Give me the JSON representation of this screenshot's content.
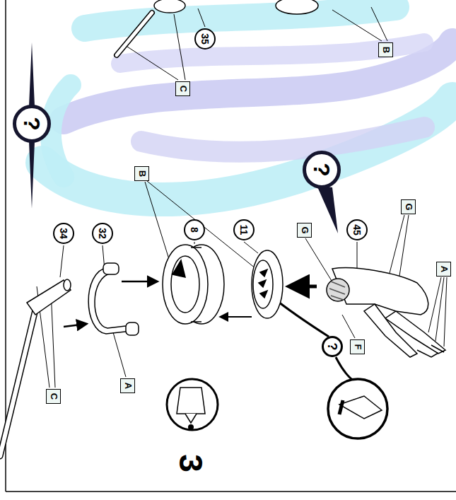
{
  "diagram": {
    "labels": [
      "35",
      "C",
      "B",
      "?",
      "B",
      "?",
      "34",
      "32",
      "8",
      "11",
      "G",
      "45",
      "G",
      "A",
      "?",
      "F",
      "C",
      "A",
      "3"
    ]
  }
}
